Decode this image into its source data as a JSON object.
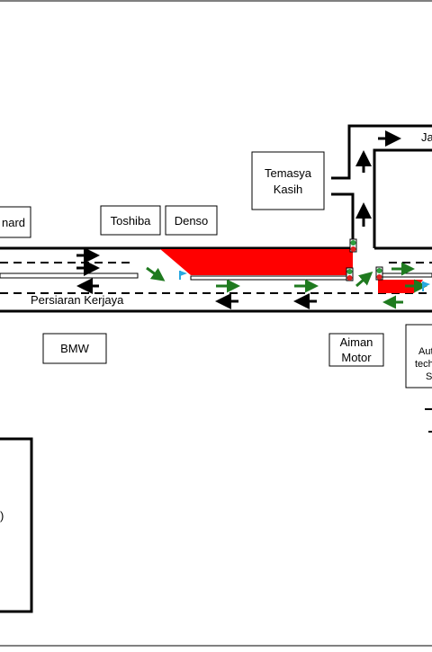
{
  "labels": {
    "road_name": "Persiaran Kerjaya",
    "top_right_road": "Ja",
    "temasya": [
      "Temasya",
      "Kasih"
    ],
    "left_cut": "nard",
    "toshiba": "Toshiba",
    "denso": "Denso",
    "bmw": "BMW",
    "aiman": [
      "Aiman",
      "Motor"
    ],
    "auto_cut": [
      "Aut",
      "tech",
      "Se"
    ],
    "left_box_cut": ")"
  },
  "colors": {
    "line": "#000000",
    "closure": "#ff0000",
    "flow_arrow": "#1f7a1f",
    "signal_green": "#2e9e3e",
    "signal_red": "#e02020",
    "flag": "#29a8e0"
  }
}
